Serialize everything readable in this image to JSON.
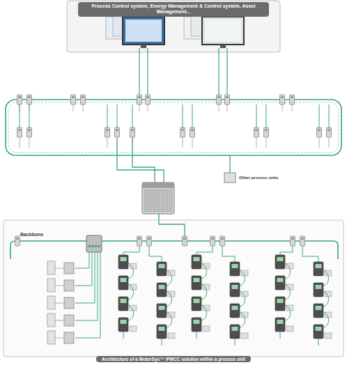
{
  "diagram": {
    "caption": "Architecture of a MotorSys™ iPMCC solution within a process unit",
    "nodes": [
      {
        "text": [
          "Process Control system, Energy Management & Control system, Asset Management..."
        ]
      }
    ],
    "labels": [
      "Other process units",
      "Backbone"
    ]
  }
}
